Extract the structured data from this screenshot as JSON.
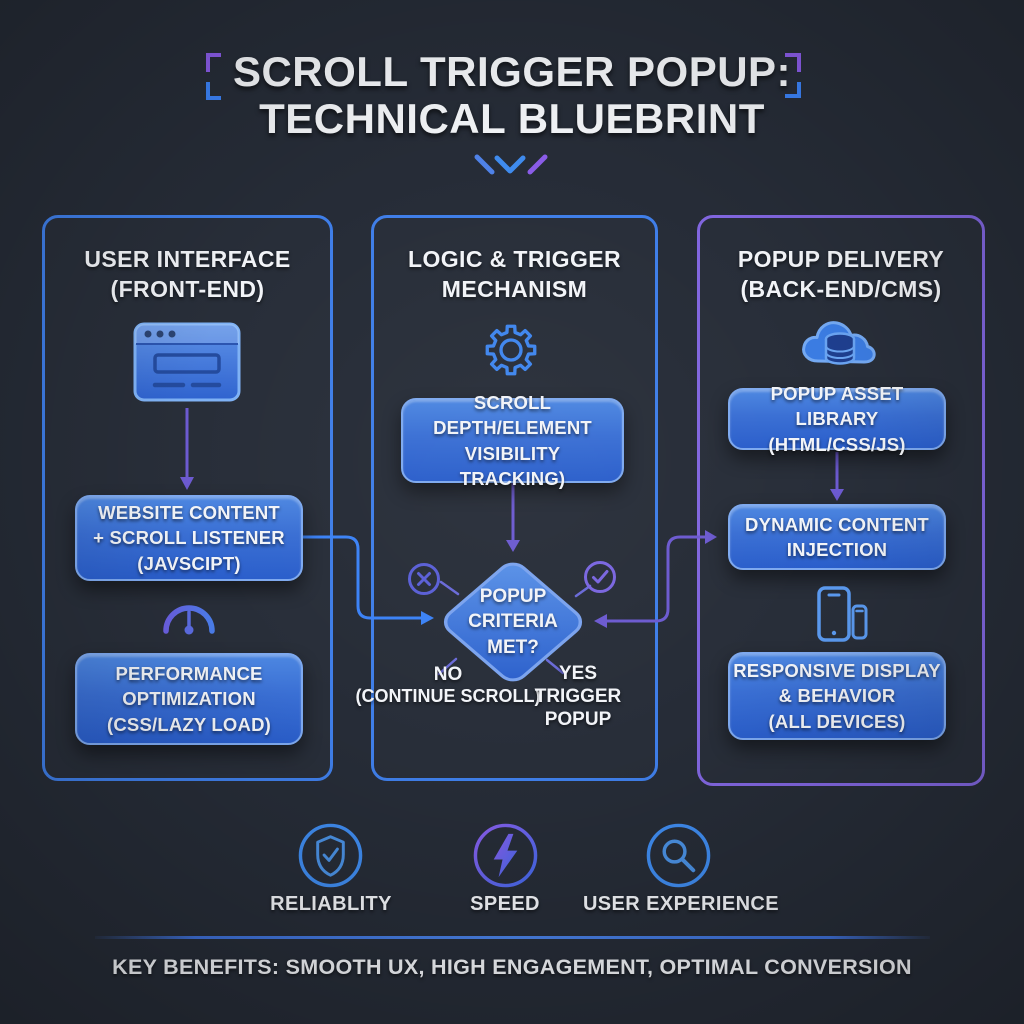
{
  "header": {
    "title_line1": "SCROLL TRIGGER POPUP:",
    "title_line2": "TECHNICAL BLUEBRINT"
  },
  "columns": [
    {
      "title_line1": "USER INTERFACE",
      "title_line2": "(FRONT-END)",
      "top_icon": "browser-window-icon",
      "mid_icon": "gauge-icon",
      "boxes": [
        {
          "lines": [
            "WEBSITE CONTENT",
            "+ SCROLL LISTENER",
            "(JAVSCIPT)"
          ]
        },
        {
          "lines": [
            "PERFORMANCE",
            "OPTIMIZATION",
            "(CSS/LAZY LOAD)"
          ]
        }
      ]
    },
    {
      "title_line1": "LOGIC & TRIGGER",
      "title_line2": "MECHANISM",
      "top_icon": "gear-icon",
      "boxes": [
        {
          "lines": [
            "SCROLL DEPTH/ELEMENT",
            "VISIBILITY",
            "TRACKING)"
          ]
        }
      ],
      "diamond": {
        "lines": [
          "POPUP",
          "CRITERIA",
          "MET?"
        ]
      },
      "no_label": [
        "NO",
        "(CONTINUE SCROLL)"
      ],
      "yes_label": [
        "YES",
        "TRIGGER",
        "POPUP"
      ],
      "side_icons": [
        "x-circle-icon",
        "check-circle-icon"
      ]
    },
    {
      "title_line1": "POPUP DELIVERY",
      "title_line2": "(BACK-END/CMS)",
      "top_icon": "cloud-database-icon",
      "mid_icon": "devices-icon",
      "boxes": [
        {
          "lines": [
            "POPUP ASSET LIBRARY",
            "(HTML/CSS/JS)"
          ]
        },
        {
          "lines": [
            "DYNAMIC CONTENT",
            "INJECTION"
          ]
        },
        {
          "lines": [
            "RESPONSIVE DISPLAY",
            "& BEHAVIOR",
            "(ALL DEVICES)"
          ]
        }
      ]
    }
  ],
  "benefits": [
    {
      "icon": "shield-check-icon",
      "label": "RELIABLITY"
    },
    {
      "icon": "lightning-bolt-icon",
      "label": "SPEED"
    },
    {
      "icon": "magnifying-glass-icon",
      "label": "USER EXPERIENCE"
    }
  ],
  "footer": {
    "text": "KEY BENEFITS: SMOOTH UX, HIGH ENGAGEMENT, OPTIMAL CONVERSION"
  },
  "colors": {
    "background": "#262c37",
    "box_gradient_top": "#4d87e1",
    "box_gradient_bottom": "#2a5ecb",
    "box_border": "#7ea9ef",
    "column_border_blue": "#3f7ee8",
    "column_border_purple": "#8166df",
    "arrow_purple": "#6c5ad0",
    "arrow_blue": "#3b82f6",
    "text": "#f2f4f8"
  }
}
